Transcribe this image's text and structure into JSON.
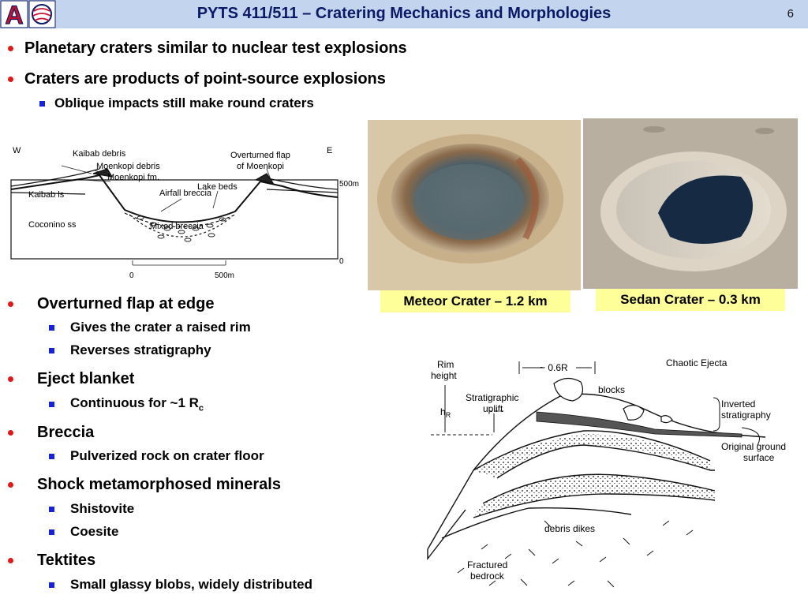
{
  "header": {
    "title": "PYTS 411/511 – Cratering Mechanics and Morphologies",
    "page_number": "6",
    "logo_letter": "A"
  },
  "bullets": {
    "b1": "Planetary craters similar to nuclear test explosions",
    "b2": "Craters are products of point-source explosions",
    "b2_1": "Oblique impacts still make round craters",
    "b3": "Overturned flap at edge",
    "b3_1": "Gives the crater a raised rim",
    "b3_2": "Reverses stratigraphy",
    "b4": "Eject blanket",
    "b4_1_text": "Continuous for ~1 R",
    "b4_1_sub": "c",
    "b5": "Breccia",
    "b5_1": "Pulverized rock on crater floor",
    "b6": "Shock metamorphosed minerals",
    "b6_1": "Shistovite",
    "b6_2": "Coesite",
    "b7": "Tektites",
    "b7_1": "Small glassy blobs, widely distributed"
  },
  "cross_section": {
    "w": "W",
    "e": "E",
    "kaibab_debris": "Kaibab debris",
    "moenkopi_debris": "Moenkopi debris",
    "moenkopi_fm": "Moenkopi fm.",
    "airfall_breccia": "Airfall breccia",
    "lake_beds": "Lake beds",
    "overturned_1": "Overturned flap",
    "overturned_2": "of Moenkopi",
    "kaibab_ls": "Kaibab ls",
    "coconino": "Coconino ss",
    "mixed_breccia": "Mixed breccia",
    "scale_500m_v": "500m",
    "scale_0_v": "0",
    "scale_0_h": "0",
    "scale_500m_h": "500m"
  },
  "photos": {
    "meteor_caption": "Meteor Crater – 1.2 km",
    "sedan_caption": "Sedan Crater – 0.3 km"
  },
  "rim_diagram": {
    "rim_height_1": "Rim",
    "rim_height_2": "height",
    "h_r": "h",
    "h_r_sub": "R",
    "distance": "~ 0.6R",
    "chaotic": "Chaotic Ejecta",
    "blocks": "blocks",
    "strat_uplift_1": "Stratigraphic",
    "strat_uplift_2": "uplift",
    "inverted_1": "Inverted",
    "inverted_2": "stratigraphy",
    "original_1": "Original ground",
    "original_2": "surface",
    "debris_dikes": "debris dikes",
    "fractured_1": "Fractured",
    "fractured_2": "bedrock"
  },
  "colors": {
    "header_bg": "#c3d4ee",
    "title_color": "#0b1a66",
    "bullet_red": "#e01818",
    "bullet_blue": "#1522d8",
    "caption_bg": "#ffff99"
  }
}
